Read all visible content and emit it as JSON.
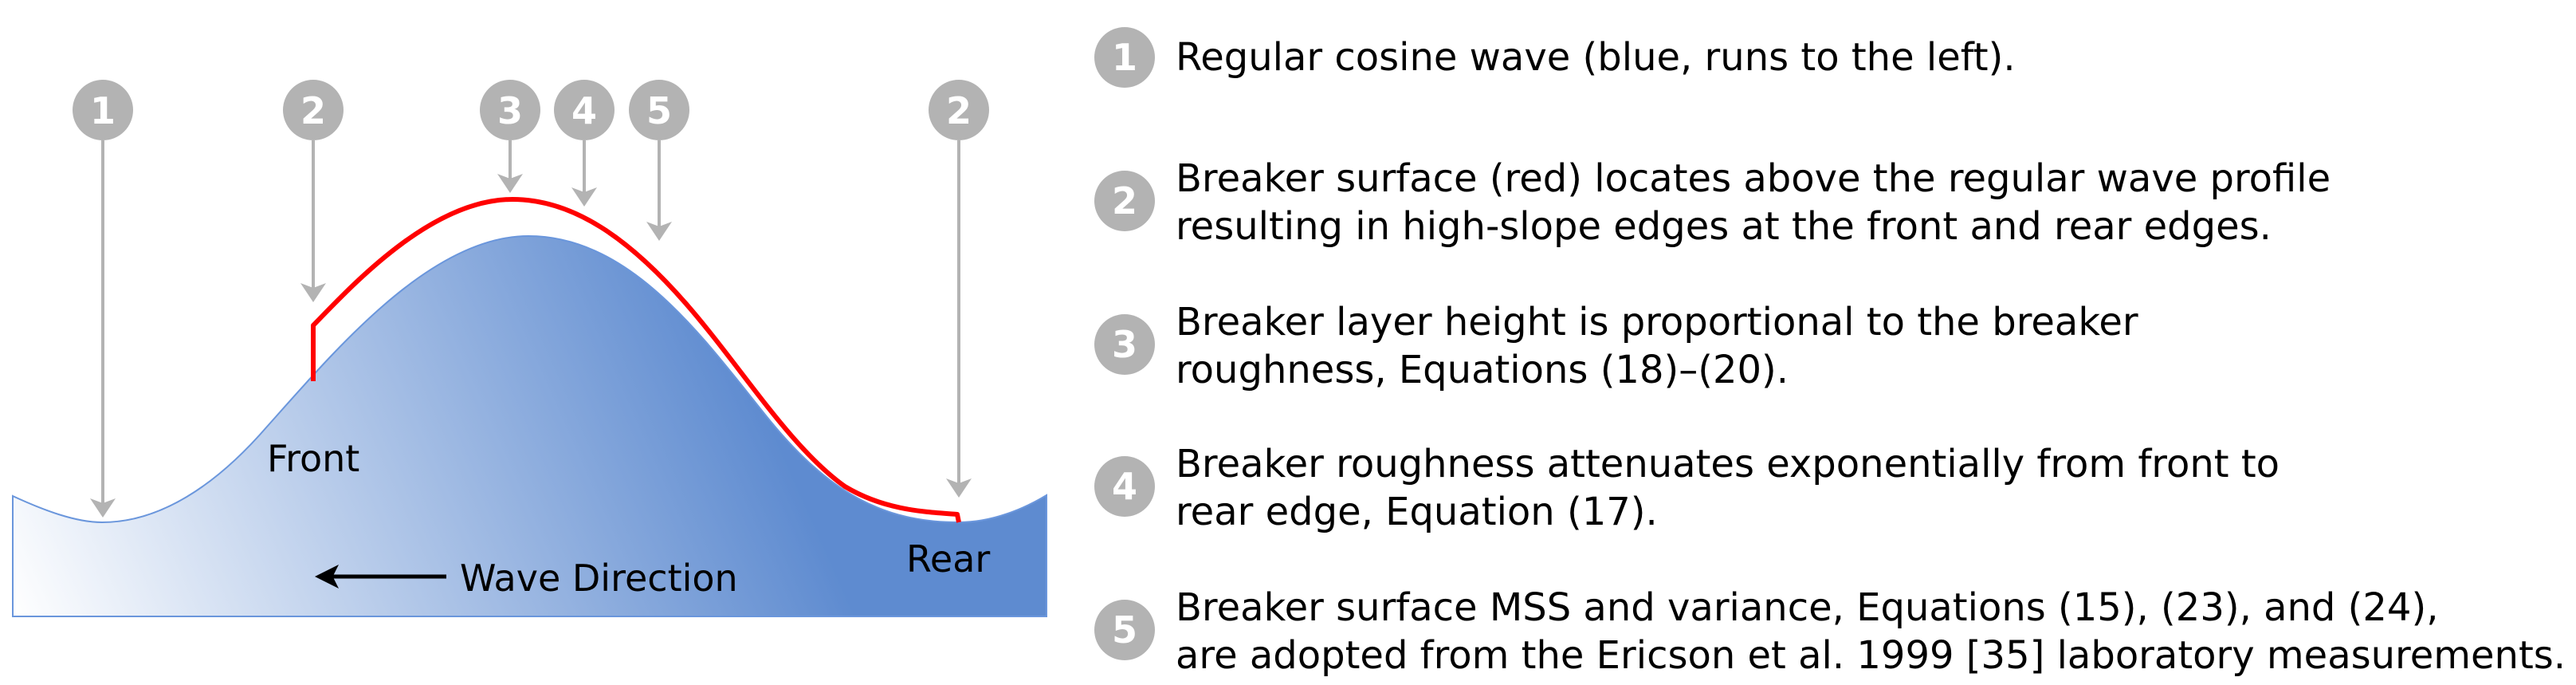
{
  "diagram": {
    "colors": {
      "wave_fill_light": "#ffffff",
      "wave_fill_dark": "#5e8bd0",
      "wave_outline": "#6a96dc",
      "breaker_surface": "#ff0000",
      "callout_gray": "#b3b3b3",
      "label_text": "#000000"
    },
    "callouts": [
      {
        "number": "1",
        "target": "regular-wave-trough"
      },
      {
        "number": "2",
        "target": "breaker-front-edge"
      },
      {
        "number": "3",
        "target": "breaker-crest"
      },
      {
        "number": "4",
        "target": "breaker-rear-slope"
      },
      {
        "number": "5",
        "target": "breaker-surface"
      },
      {
        "number": "2",
        "target": "breaker-rear-edge"
      }
    ],
    "labels": {
      "front": "Front",
      "rear": "Rear",
      "wave_direction": "Wave Direction"
    }
  },
  "legend": {
    "items": [
      {
        "number": "1",
        "lines": [
          "Regular cosine wave (blue, runs to the left)."
        ]
      },
      {
        "number": "2",
        "lines": [
          "Breaker surface (red) locates above the regular wave profile",
          "resulting in high-slope edges at the front and rear edges."
        ]
      },
      {
        "number": "3",
        "lines": [
          "Breaker layer height is proportional to the breaker",
          "roughness, Equations (18)–(20)."
        ]
      },
      {
        "number": "4",
        "lines": [
          "Breaker roughness attenuates exponentially from front to",
          "rear edge, Equation (17)."
        ]
      },
      {
        "number": "5",
        "lines": [
          "Breaker surface MSS and variance, Equations (15), (23), and (24),",
          "are adopted from the Ericson et al. 1999 [35] laboratory measurements."
        ]
      }
    ]
  }
}
